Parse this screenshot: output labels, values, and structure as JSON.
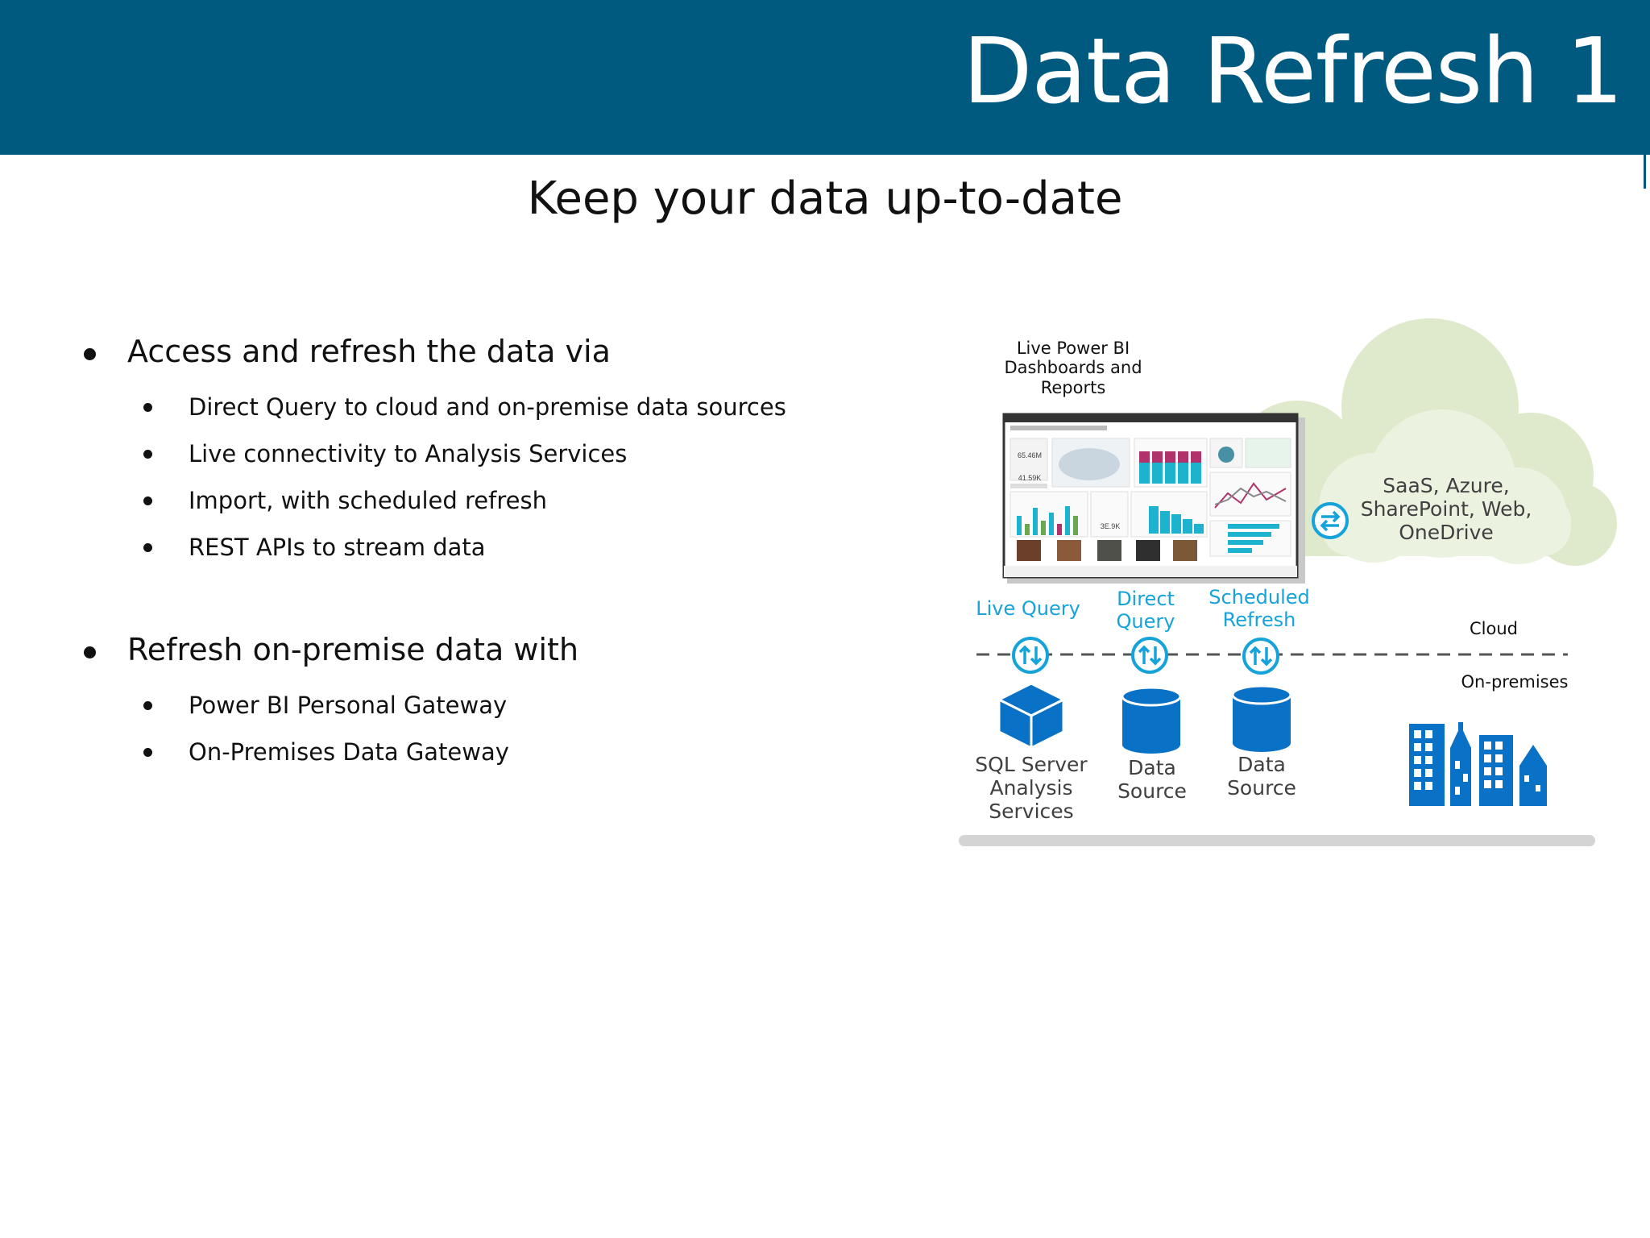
{
  "header": {
    "title": "Data Refresh 1"
  },
  "subtitle": "Keep your data up-to-date",
  "bullets": [
    {
      "text": "Access and refresh the data via",
      "sub": [
        "Direct Query to cloud and on-premise data sources",
        "Live connectivity to Analysis Services",
        "Import, with scheduled refresh",
        "REST APIs to stream data"
      ]
    },
    {
      "text": "Refresh on-premise data with",
      "sub": [
        "Power BI Personal Gateway",
        "On-Premises Data Gateway"
      ]
    }
  ],
  "diagram": {
    "dashboards_label": "Live Power BI\nDashboards and\nReports",
    "dashboard_values": {
      "kpi1": "65.46M",
      "kpi2": "41.59K",
      "kpi3": "3E.9K"
    },
    "cloud_sources_label": "SaaS, Azure,\nSharePoint, Web,\nOneDrive",
    "connections": [
      {
        "label": "Live Query"
      },
      {
        "label": "Direct\nQuery"
      },
      {
        "label": "Scheduled\nRefresh"
      }
    ],
    "zone_labels": {
      "cloud": "Cloud",
      "onprem": "On-premises"
    },
    "sources": [
      {
        "label": "SQL Server\nAnalysis\nServices"
      },
      {
        "label": "Data\nSource"
      },
      {
        "label": "Data\nSource"
      }
    ],
    "colors": {
      "header": "#005a80",
      "accent": "#16a3d9",
      "icon_blue": "#0a72c6",
      "cloud": "#dfe9cc"
    }
  }
}
